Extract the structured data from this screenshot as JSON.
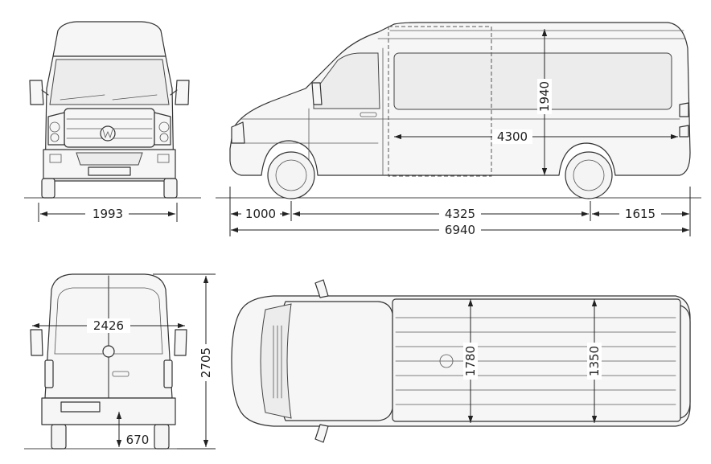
{
  "front_view": {
    "width_label": "1993"
  },
  "side_view": {
    "height_label": "1940",
    "cargo_length_label": "4300",
    "front_overhang_label": "1000",
    "wheelbase_label": "4325",
    "rear_overhang_label": "1615",
    "overall_length_label": "6940"
  },
  "rear_view": {
    "mirror_width_label": "2426",
    "overall_height_label": "2705",
    "step_height_label": "670"
  },
  "top_view": {
    "cargo_width_label": "1780",
    "between_arches_label": "1350"
  }
}
